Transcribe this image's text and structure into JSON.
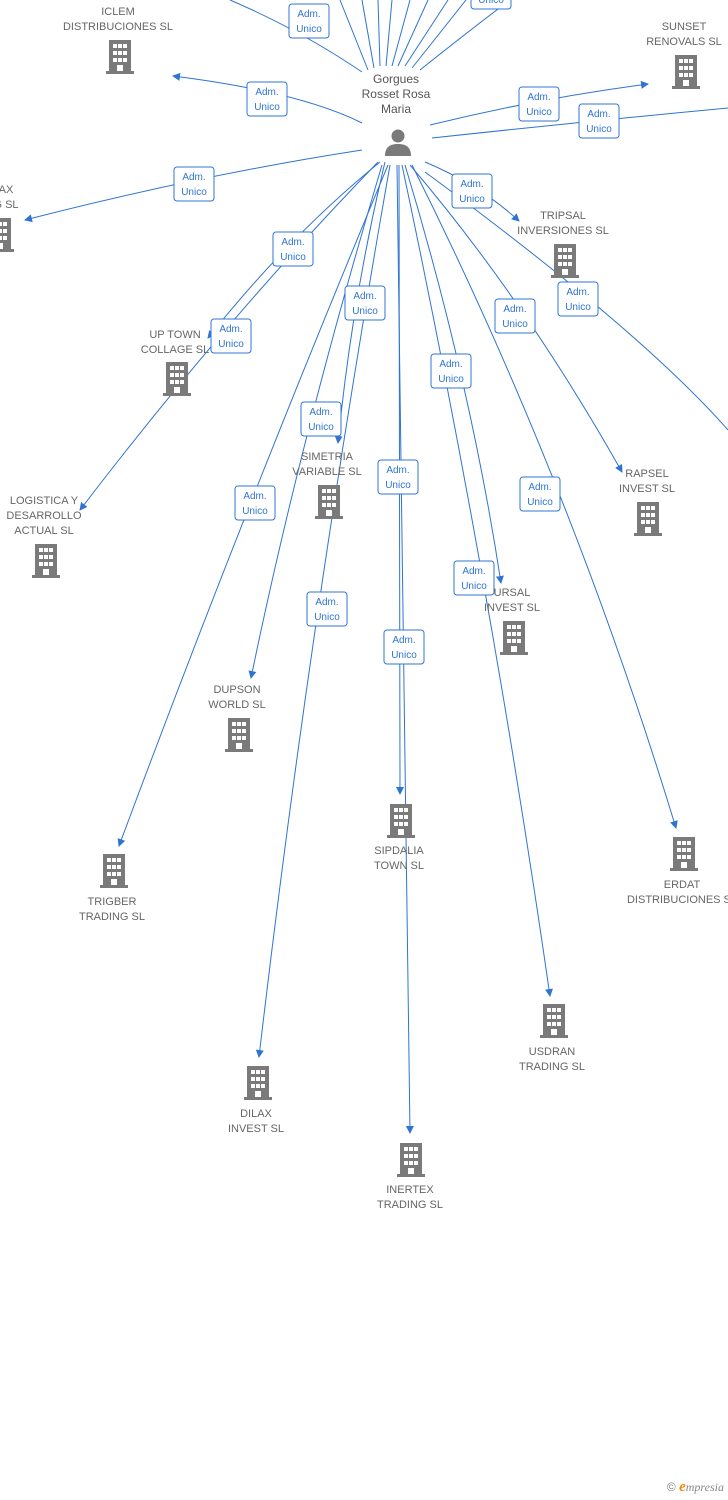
{
  "colors": {
    "edge": "#2f74d0",
    "building": "#7a7a7a",
    "person": "#7a7a7a",
    "text": "#666666",
    "brand": "#f08c00"
  },
  "badge_lines": [
    "Adm.",
    "Unico"
  ],
  "person": {
    "name_lines": [
      "Gorgues",
      "Rosset Rosa",
      "Maria"
    ],
    "icon": "person-icon"
  },
  "companies": [
    {
      "id": "iclem",
      "lines": [
        "ICLEM",
        "DISTRIBUCIONES SL"
      ]
    },
    {
      "id": "sunset",
      "lines": [
        "SUNSET",
        "RENOVALS SL"
      ]
    },
    {
      "id": "ax",
      "lines": [
        "AX",
        "G SL"
      ]
    },
    {
      "id": "tripsal",
      "lines": [
        "TRIPSAL",
        "INVERSIONES SL"
      ]
    },
    {
      "id": "uptown",
      "lines": [
        "UP TOWN",
        "COLLAGE SL"
      ]
    },
    {
      "id": "simetria",
      "lines": [
        "SIMETRIA",
        "VARIABLE SL"
      ]
    },
    {
      "id": "rapsel",
      "lines": [
        "RAPSEL",
        "INVEST SL"
      ]
    },
    {
      "id": "logistica",
      "lines": [
        "LOGISTICA Y",
        "DESARROLLO",
        "ACTUAL SL"
      ]
    },
    {
      "id": "ursal",
      "lines": [
        "URSAL",
        "INVEST SL"
      ]
    },
    {
      "id": "dupson",
      "lines": [
        "DUPSON",
        "WORLD SL"
      ]
    },
    {
      "id": "sipdalia",
      "lines": [
        "SIPDALIA",
        "TOWN SL"
      ]
    },
    {
      "id": "erdat",
      "lines": [
        "ERDAT",
        "DISTRIBUCIONES SL"
      ]
    },
    {
      "id": "trigber",
      "lines": [
        "TRIGBER",
        "TRADING SL"
      ]
    },
    {
      "id": "usdran",
      "lines": [
        "USDRAN",
        "TRADING SL"
      ]
    },
    {
      "id": "dilax",
      "lines": [
        "DILAX",
        "INVEST SL"
      ]
    },
    {
      "id": "inertex",
      "lines": [
        "INERTEX",
        "TRADING SL"
      ]
    }
  ],
  "footer": {
    "copyright": "©",
    "brand_initial": "e",
    "brand_rest": "mpresia"
  }
}
